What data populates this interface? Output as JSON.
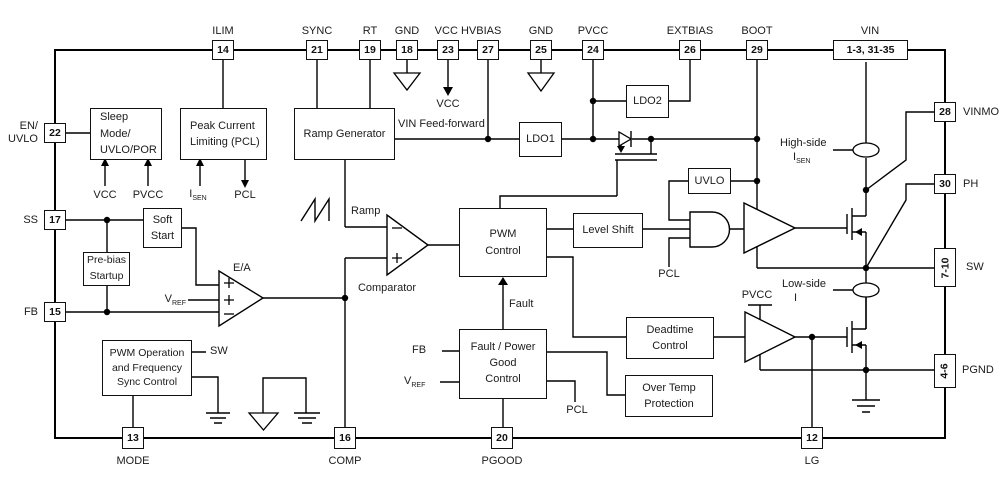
{
  "pins": {
    "top": [
      {
        "num": "14",
        "label": "ILIM"
      },
      {
        "num": "21",
        "label": "SYNC"
      },
      {
        "num": "19",
        "label": "RT"
      },
      {
        "num": "18",
        "label": "GND"
      },
      {
        "num": "23",
        "label": ""
      },
      {
        "num": "27",
        "label": ""
      },
      {
        "num": "25",
        "label": "GND"
      },
      {
        "num": "24",
        "label": "PVCC"
      },
      {
        "num": "26",
        "label": "EXTBIAS"
      },
      {
        "num": "29",
        "label": "BOOT"
      },
      {
        "num": "1-3, 31-35",
        "label": "VIN"
      }
    ],
    "left": [
      {
        "num": "22",
        "label1": "EN/",
        "label2": "UVLO"
      },
      {
        "num": "17",
        "label": "SS"
      },
      {
        "num": "15",
        "label": "FB"
      }
    ],
    "right": [
      {
        "num": "28",
        "label": "VINMON"
      },
      {
        "num": "30",
        "label": "PH"
      },
      {
        "num": "7-10",
        "label": "SW"
      },
      {
        "num": "4-6",
        "label": "PGND"
      }
    ],
    "bottom": [
      {
        "num": "13",
        "label": "MODE"
      },
      {
        "num": "16",
        "label": "COMP"
      },
      {
        "num": "20",
        "label": "PGOOD"
      },
      {
        "num": "12",
        "label": "LG"
      }
    ]
  },
  "blocks": {
    "sleep": {
      "l1": "Sleep Mode/",
      "l2": "UVLO/POR"
    },
    "peak": {
      "l1": "Peak Current",
      "l2": "Limiting (PCL)"
    },
    "ramp_gen": {
      "l1": "Ramp Generator"
    },
    "ldo1": {
      "l1": "LDO1"
    },
    "ldo2": {
      "l1": "LDO2"
    },
    "uvlo": {
      "l1": "UVLO"
    },
    "level_shift": {
      "l1": "Level Shift"
    },
    "pwm": {
      "l1": "PWM",
      "l2": "Control"
    },
    "soft": {
      "l1": "Soft",
      "l2": "Start"
    },
    "prebias": {
      "l1": "Pre-bias",
      "l2": "Startup"
    },
    "pwm_op": {
      "l1": "PWM Operation",
      "l2": "and Frequency",
      "l3": "Sync Control"
    },
    "fault_pg": {
      "l1": "Fault / Power",
      "l2": "Good",
      "l3": "Control"
    },
    "deadtime": {
      "l1": "Deadtime",
      "l2": "Control"
    },
    "overtemp": {
      "l1": "Over Temp",
      "l2": "Protection"
    }
  },
  "labels": {
    "vcc_hvbias": "VCC HVBIAS",
    "vcc_arrow": "VCC",
    "vcc_in": "VCC",
    "pvcc_in": "PVCC",
    "isen_base": "I",
    "isen_sub": "SEN",
    "pcl_out": "PCL",
    "vin_ff": "VIN Feed-forward",
    "ramp": "Ramp",
    "ea": "E/A",
    "comparator": "Comparator",
    "vref_base": "V",
    "vref_sub": "REF",
    "fault": "Fault",
    "fb_in": "FB",
    "vref2_base": "V",
    "vref2_sub": "REF",
    "sw_tap": "SW",
    "pcl_and": "PCL",
    "pcl_fault": "PCL",
    "pvcc_drv": "PVCC",
    "high_side": "High-side",
    "hs_i_base": "I",
    "hs_i_sub": "SEN",
    "low_side": "Low-side",
    "ls_i": "I"
  },
  "colors": {
    "wire": "#000000",
    "text": "#1b1b1b",
    "background": "#ffffff"
  }
}
